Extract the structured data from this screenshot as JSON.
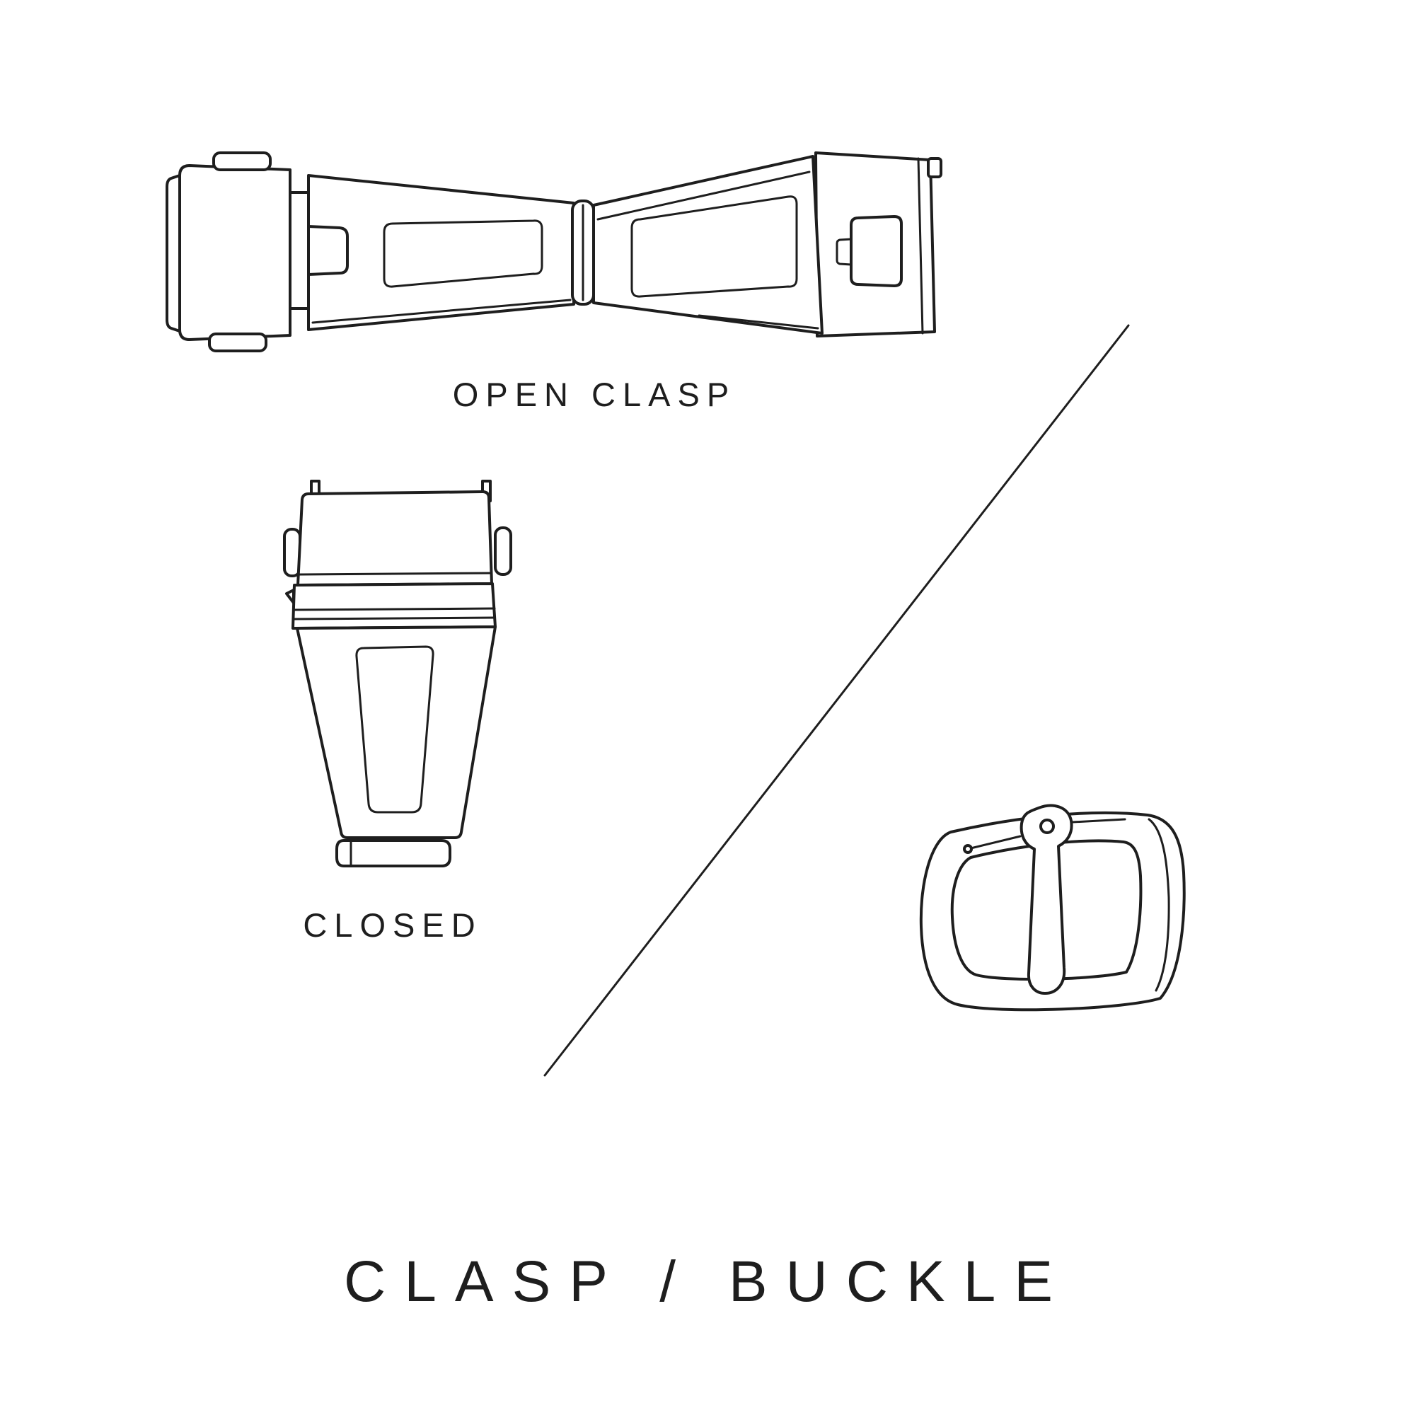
{
  "page": {
    "background": "#ffffff",
    "ink": "#1e1e1e"
  },
  "figures": {
    "open_clasp": {
      "icon": "open-deployant-clasp-illustration",
      "label": "OPEN CLASP"
    },
    "closed_clasp": {
      "icon": "closed-deployant-clasp-illustration",
      "label": "CLOSED"
    },
    "buckle": {
      "icon": "tang-buckle-illustration"
    },
    "divider": {
      "icon": "diagonal-divider-line"
    }
  },
  "title": "CLASP / BUCKLE"
}
